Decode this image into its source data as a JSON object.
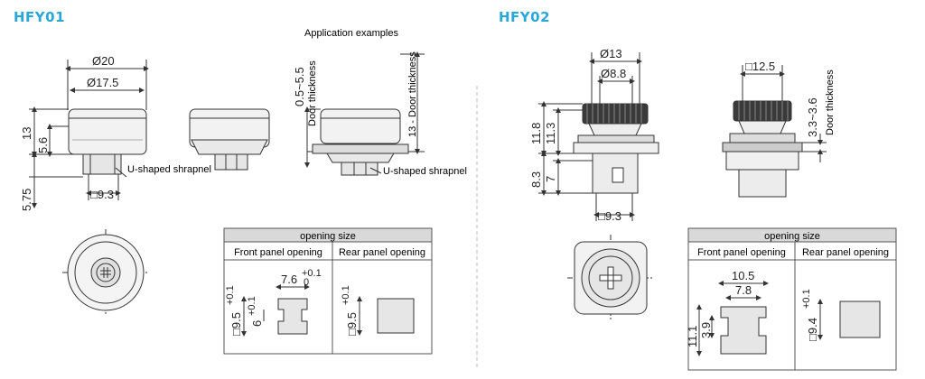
{
  "colors": {
    "model_title": "#2aa6d8",
    "table_header_bg": "#d9d9d9",
    "line": "#333333"
  },
  "hfy01": {
    "title": "HFY01",
    "application_examples": "Application examples",
    "dims": {
      "outer_dia": "Ø20",
      "inner_dia": "Ø17.5",
      "height_total": "13",
      "height_body": "5.6",
      "height_shank": "5.75",
      "square": "□9.3",
      "door_range_1": "0.5~5.5",
      "door_range_2": "13 - Door thickness"
    },
    "labels": {
      "door_thickness": "Door thickness",
      "u_shaped_1": "U-shaped shrapnel",
      "u_shaped_2": "U-shaped shrapnel"
    },
    "table": {
      "header": "opening size",
      "col1": "Front panel opening",
      "col2": "Rear panel opening",
      "front_width": "7.6",
      "front_width_tol": "+0.1",
      "front_width_tol0": "0",
      "front_height": "□9.5",
      "front_height_tol": "+0.1",
      "front_inner": "6",
      "front_inner_tol": "+0.1",
      "rear_height": "□9.5",
      "rear_height_tol": "+0.1"
    }
  },
  "hfy02": {
    "title": "HFY02",
    "dims": {
      "outer_dia": "Ø13",
      "inner_dia": "Ø8.8",
      "height_a": "11.8",
      "height_b": "11.3",
      "height_c": "8.3",
      "height_d": "7",
      "square": "□9.3",
      "square_top": "□12.5",
      "door_range": "3.3~3.6"
    },
    "labels": {
      "door_thickness": "Door thickness"
    },
    "table": {
      "header": "opening size",
      "col1": "Front panel opening",
      "col2": "Rear panel opening",
      "front_width_outer": "10.5",
      "front_width_inner": "7.8",
      "front_height": "11.1",
      "front_inner": "3.9",
      "rear_height": "□9.4",
      "rear_height_tol": "+0.1"
    }
  }
}
